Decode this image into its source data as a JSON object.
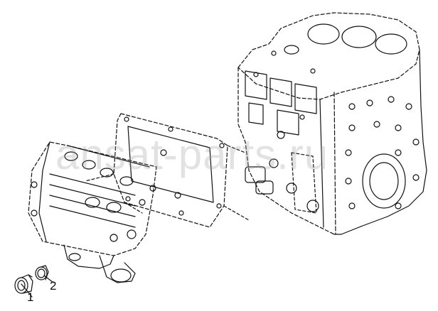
{
  "diagram": {
    "watermark": "ansat-parts.ru",
    "callouts": [
      {
        "id": "1",
        "label": "1"
      },
      {
        "id": "2",
        "label": "2"
      }
    ],
    "parts": [
      "engine-block",
      "gasket",
      "oil-cooler-assembly",
      "plug",
      "seal-ring"
    ],
    "line_color": "#111111",
    "background": "#ffffff"
  }
}
